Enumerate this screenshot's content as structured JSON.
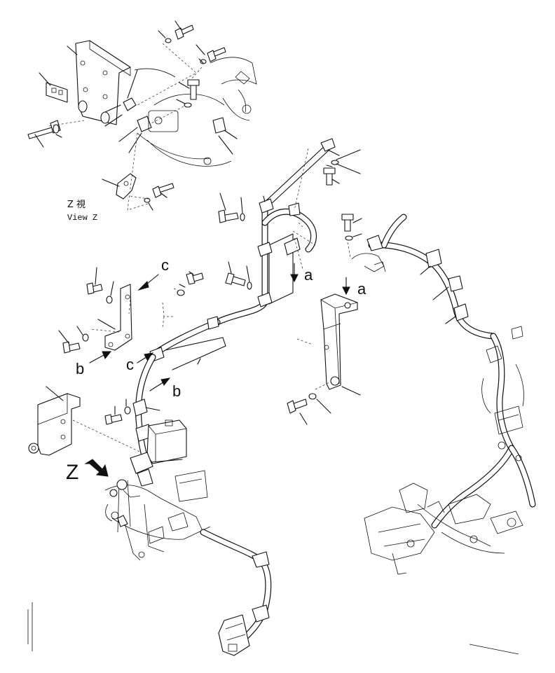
{
  "view": {
    "label_cjk": "Z  視",
    "label_en": "View Z"
  },
  "callouts": {
    "a_left": "a",
    "a_right": "a",
    "b_upper": "b",
    "b_lower": "b",
    "c_upper": "c",
    "c_lower": "c",
    "z_marker": "Z"
  }
}
